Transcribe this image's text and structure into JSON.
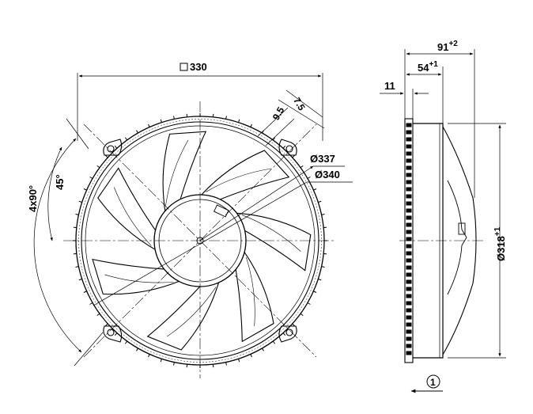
{
  "front_view": {
    "width_label": "330",
    "tab_offset_label": "9.5",
    "tab_width_label": "7.5",
    "ring_inner_dia_label": "Ø337",
    "ring_outer_dia_label": "Ø340",
    "angle_small_label": "45°",
    "angle_large_label": "4x90°"
  },
  "side_view": {
    "total_depth_label": "91",
    "total_depth_tol": "+2",
    "mid_depth_label": "54",
    "mid_depth_tol": "+1",
    "flange_label": "11",
    "impeller_dia_label": "Ø318",
    "impeller_dia_tol": "+1",
    "airflow_label": "1"
  }
}
